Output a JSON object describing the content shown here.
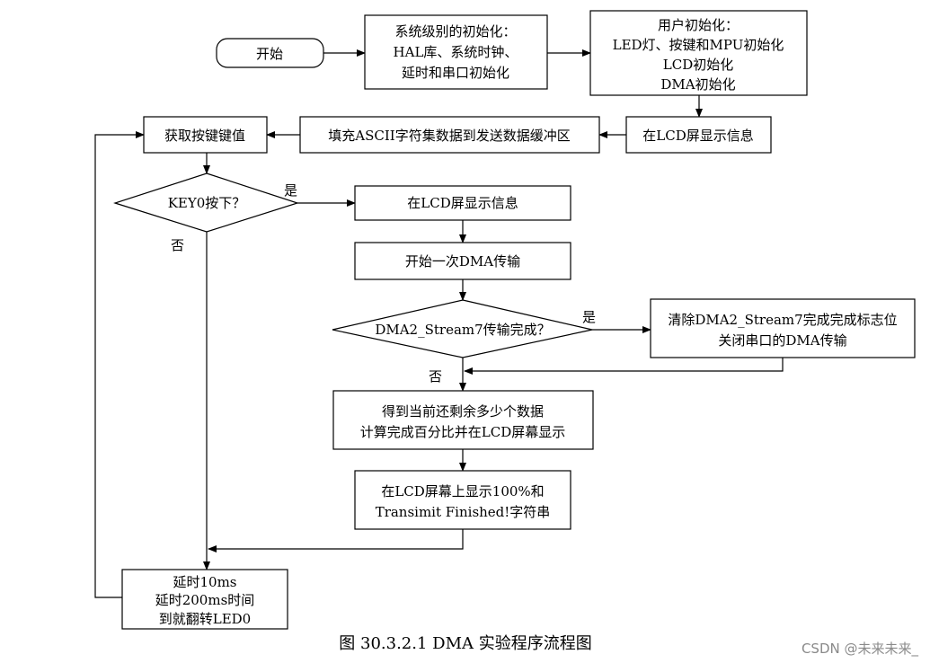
{
  "nodes": {
    "start": "开始",
    "sys_init": [
      "系统级别的初始化：",
      "HAL库、系统时钟、",
      "延时和串口初始化"
    ],
    "user_init": [
      "用户初始化：",
      "LED灯、按键和MPU初始化",
      "LCD初始化",
      "DMA初始化"
    ],
    "lcd_info_top": "在LCD屏显示信息",
    "fill_buffer": "填充ASCII字符集数据到发送数据缓冲区",
    "get_key": "获取按键键值",
    "key0_decision": "KEY0按下？",
    "lcd_info_mid": "在LCD屏显示信息",
    "start_dma": "开始一次DMA传输",
    "dma_done_decision": "DMA2_Stream7传输完成？",
    "clear_flag": [
      "清除DMA2_Stream7完成完成标志位",
      "关闭串口的DMA传输"
    ],
    "remaining": [
      "得到当前还剩余多少个数据",
      "计算完成百分比并在LCD屏幕显示"
    ],
    "show_done": [
      "在LCD屏幕上显示100%和",
      "Transimit Finished!字符串"
    ],
    "delay": [
      "延时10ms",
      "延时200ms时间",
      "到就翻转LED0"
    ]
  },
  "edge_labels": {
    "key0_yes": "是",
    "key0_no": "否",
    "dma_yes": "是",
    "dma_no": "否"
  },
  "caption": "图 30.3.2.1 DMA 实验程序流程图",
  "watermark": "CSDN @未来未来_"
}
